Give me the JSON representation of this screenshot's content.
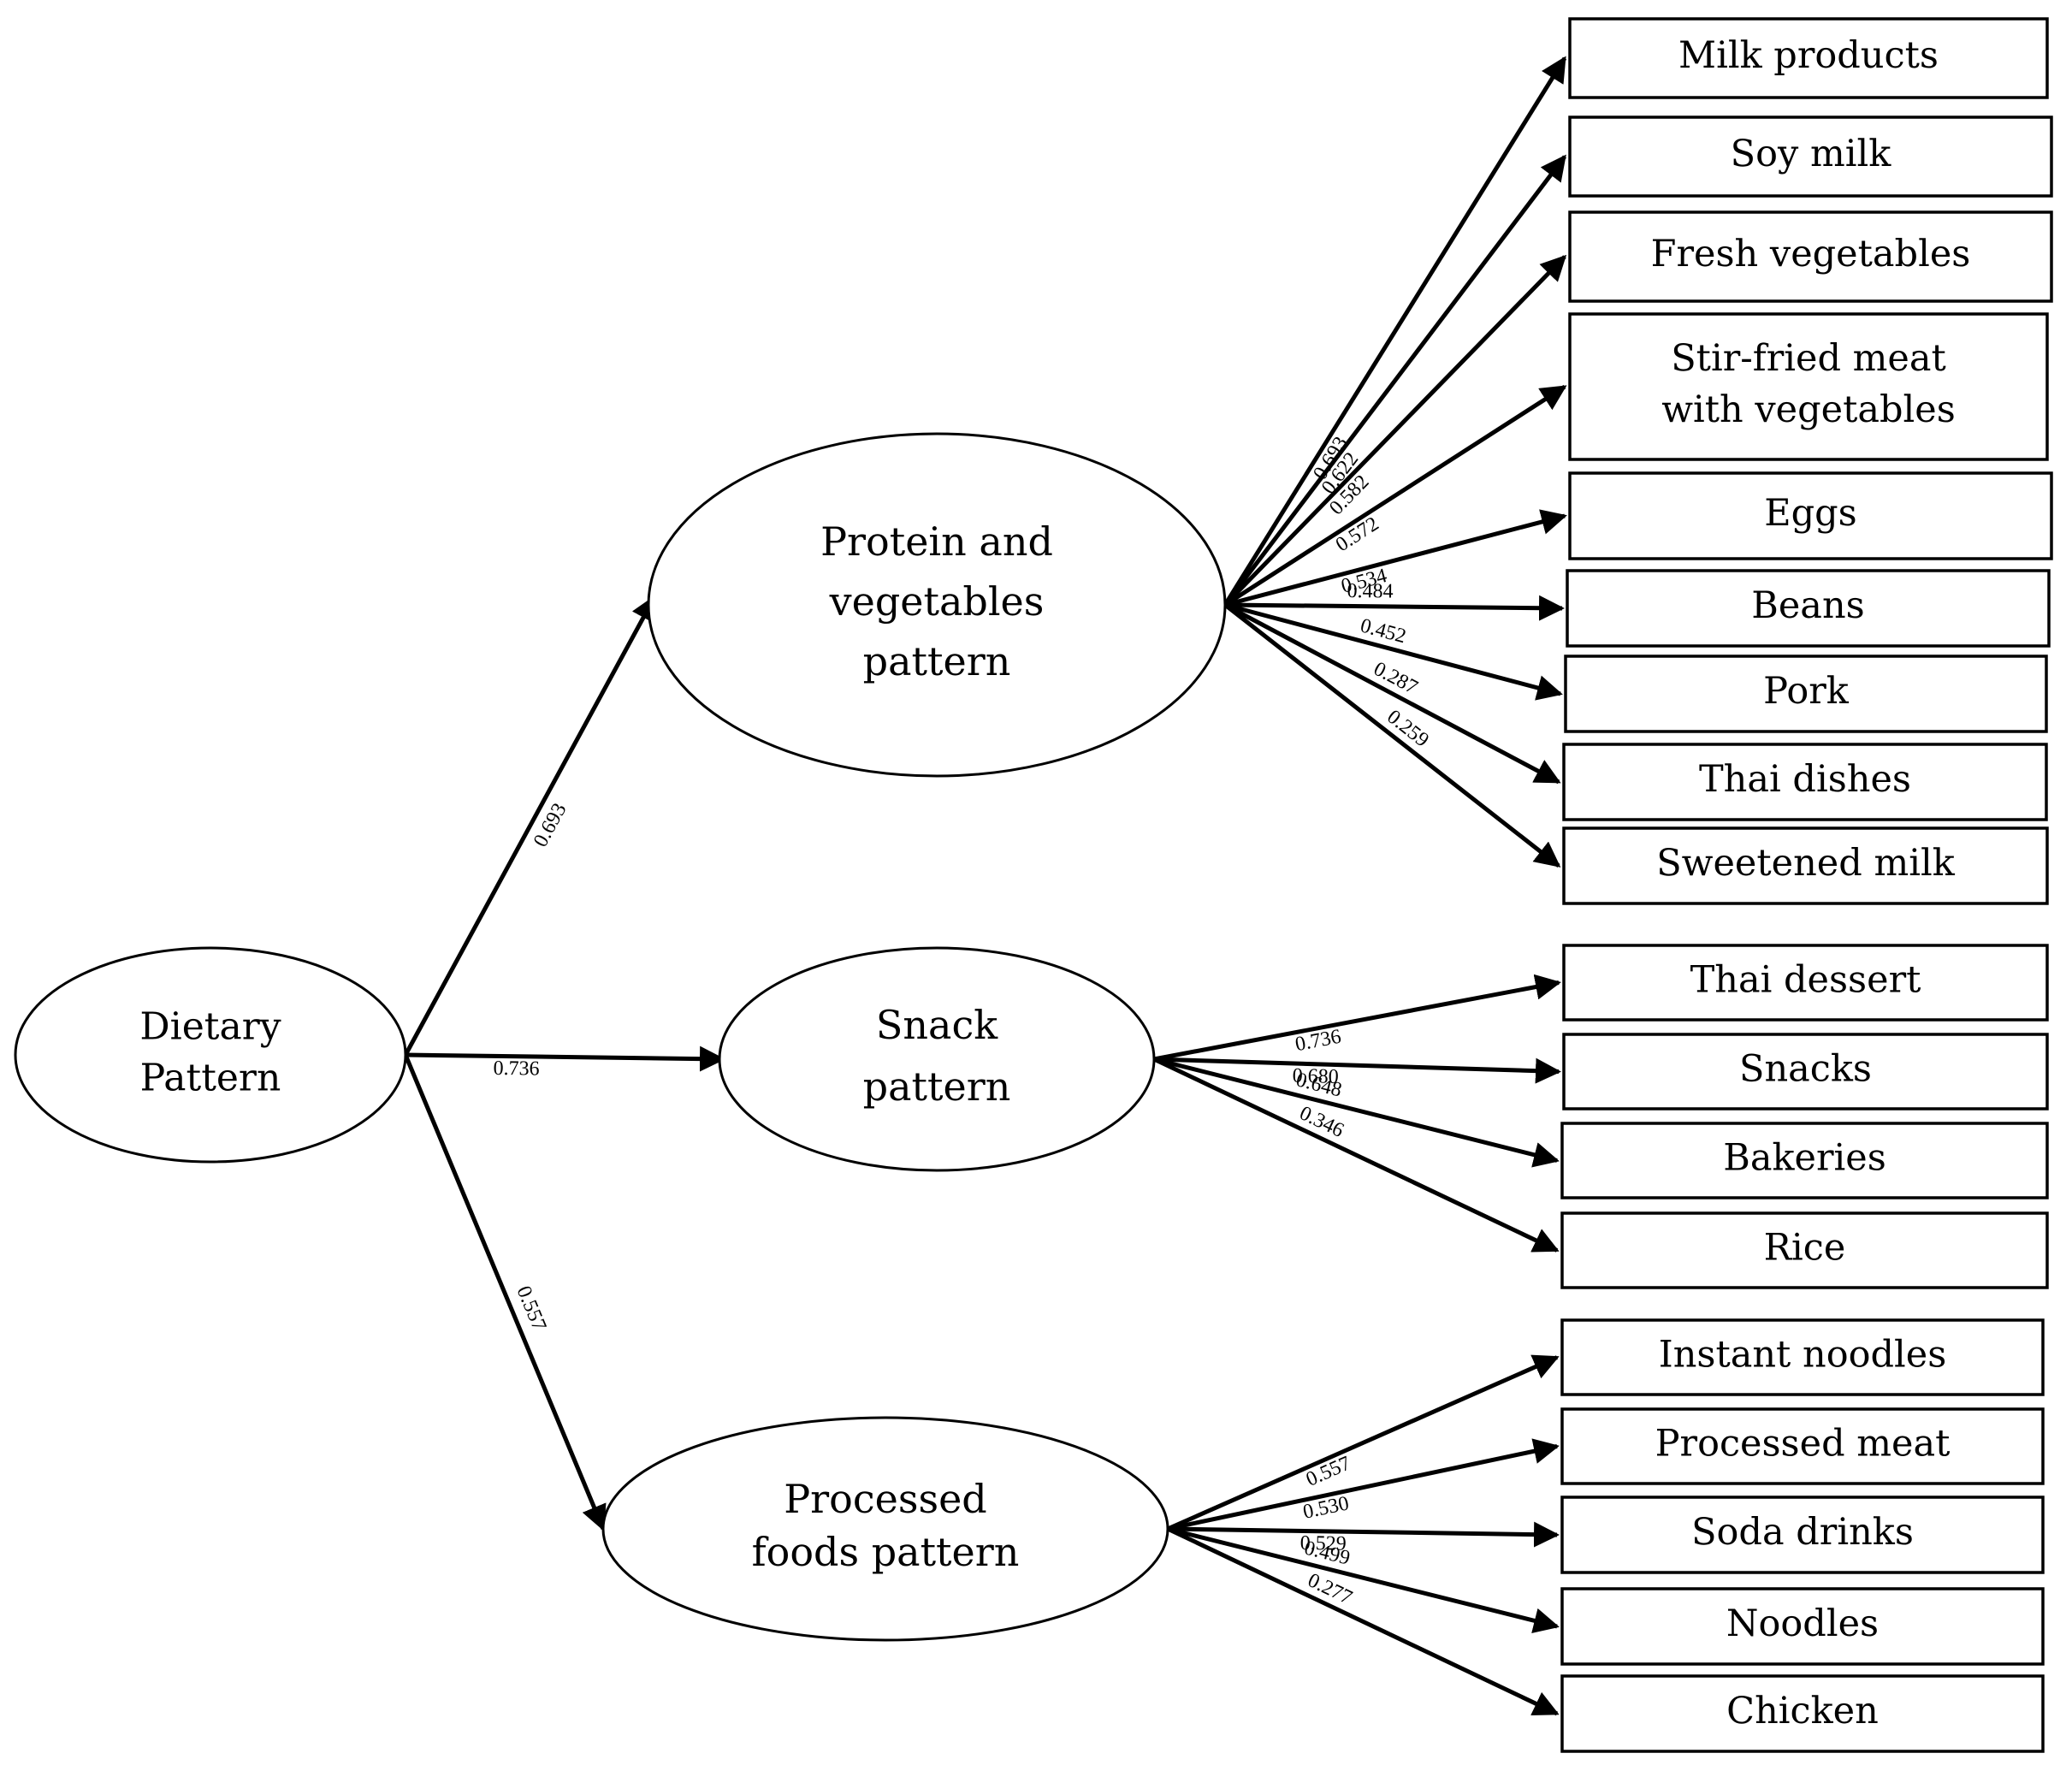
{
  "diagram": {
    "root": {
      "lines": [
        "Dietary",
        "Pattern"
      ]
    },
    "factors": [
      {
        "lines": [
          "Protein and",
          "vegetables",
          "pattern"
        ],
        "loading": "0.693",
        "items": [
          {
            "lines": [
              "Milk products"
            ],
            "loading": "0.693"
          },
          {
            "lines": [
              "Soy milk"
            ],
            "loading": "0.622"
          },
          {
            "lines": [
              "Fresh vegetables"
            ],
            "loading": "0.582"
          },
          {
            "lines": [
              "Stir-fried meat",
              "with vegetables"
            ],
            "loading": "0.572"
          },
          {
            "lines": [
              "Eggs"
            ],
            "loading": "0.534"
          },
          {
            "lines": [
              "Beans"
            ],
            "loading": "0.484"
          },
          {
            "lines": [
              "Pork"
            ],
            "loading": "0.452"
          },
          {
            "lines": [
              "Thai dishes"
            ],
            "loading": "0.287"
          },
          {
            "lines": [
              "Sweetened milk"
            ],
            "loading": "0.259"
          }
        ]
      },
      {
        "lines": [
          "Snack",
          "pattern"
        ],
        "loading": "0.736",
        "items": [
          {
            "lines": [
              "Thai dessert"
            ],
            "loading": "0.736"
          },
          {
            "lines": [
              "Snacks"
            ],
            "loading": "0.680"
          },
          {
            "lines": [
              "Bakeries"
            ],
            "loading": "0.648"
          },
          {
            "lines": [
              "Rice"
            ],
            "loading": "0.346"
          }
        ]
      },
      {
        "lines": [
          "Processed",
          "foods pattern"
        ],
        "loading": "0.557",
        "items": [
          {
            "lines": [
              "Instant noodles"
            ],
            "loading": "0.557"
          },
          {
            "lines": [
              "Processed meat"
            ],
            "loading": "0.530"
          },
          {
            "lines": [
              "Soda drinks"
            ],
            "loading": "0.529"
          },
          {
            "lines": [
              "Noodles"
            ],
            "loading": "0.499"
          },
          {
            "lines": [
              "Chicken"
            ],
            "loading": "0.277"
          }
        ]
      }
    ]
  }
}
